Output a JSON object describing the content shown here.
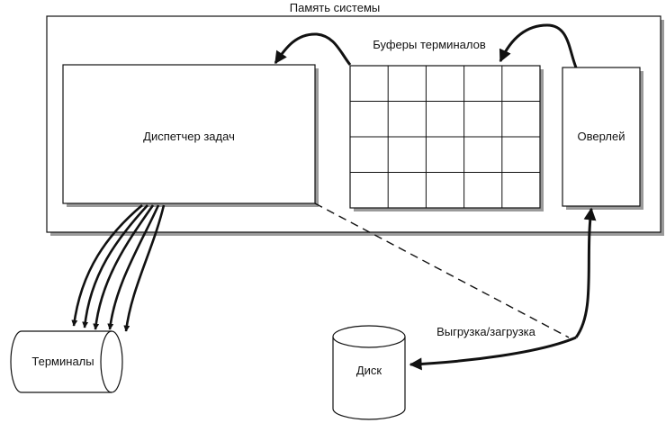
{
  "labels": {
    "system_memory": "Память системы",
    "terminal_buffers": "Буферы терминалов",
    "task_manager": "Диспетчер задач",
    "overlay": "Оверлей",
    "terminals": "Терминалы",
    "disk": "Диск",
    "swap": "Выгрузка/загрузка"
  },
  "buffers_grid": {
    "rows": 4,
    "cols": 5
  },
  "colors": {
    "stroke": "#111111",
    "background": "#ffffff",
    "shadow": "#9a9a9a"
  }
}
